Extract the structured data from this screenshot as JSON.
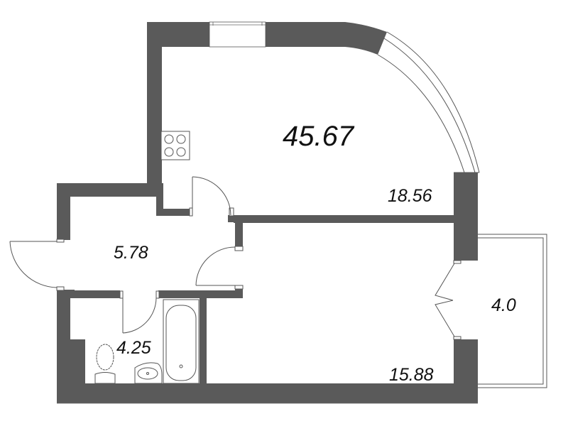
{
  "plan": {
    "total_area": "45.67",
    "rooms": [
      {
        "id": "kitchen-living",
        "area": "18.56"
      },
      {
        "id": "hallway",
        "area": "5.78"
      },
      {
        "id": "bathroom",
        "area": "4.25"
      },
      {
        "id": "bedroom",
        "area": "15.88"
      },
      {
        "id": "balcony",
        "area": "4.0"
      }
    ]
  },
  "colors": {
    "wall": "#5a5a5a",
    "line": "#555555",
    "background": "#ffffff",
    "text": "#111111"
  },
  "icons": {
    "stove": "stove-icon",
    "toilet": "toilet-icon",
    "sink": "sink-icon",
    "bathtub": "bathtub-icon"
  }
}
